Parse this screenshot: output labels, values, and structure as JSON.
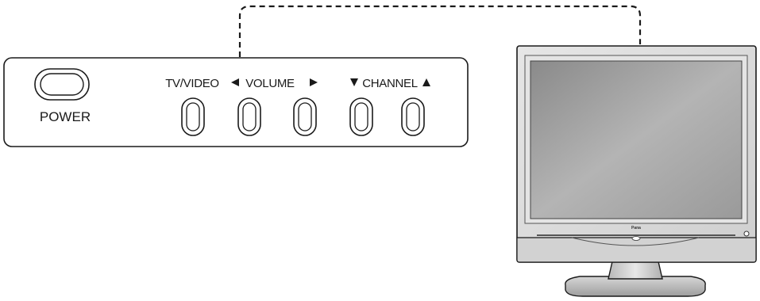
{
  "control_panel": {
    "power_label": "POWER",
    "tv_video_label": "TV/VIDEO",
    "volume_label": "VOLUME",
    "channel_label": "CHANNEL",
    "volume_left_icon": "triangle-left-icon",
    "volume_right_icon": "triangle-right-icon",
    "channel_down_icon": "triangle-down-icon",
    "channel_up_icon": "triangle-up-icon"
  },
  "tv": {
    "brand": "Pana"
  },
  "colors": {
    "outline": "#1a1a1a",
    "panel_fill": "#ffffff",
    "bezel": "#d9d9d9",
    "screen_dark": "#7d7d7d",
    "screen_light": "#bdbdbd"
  }
}
